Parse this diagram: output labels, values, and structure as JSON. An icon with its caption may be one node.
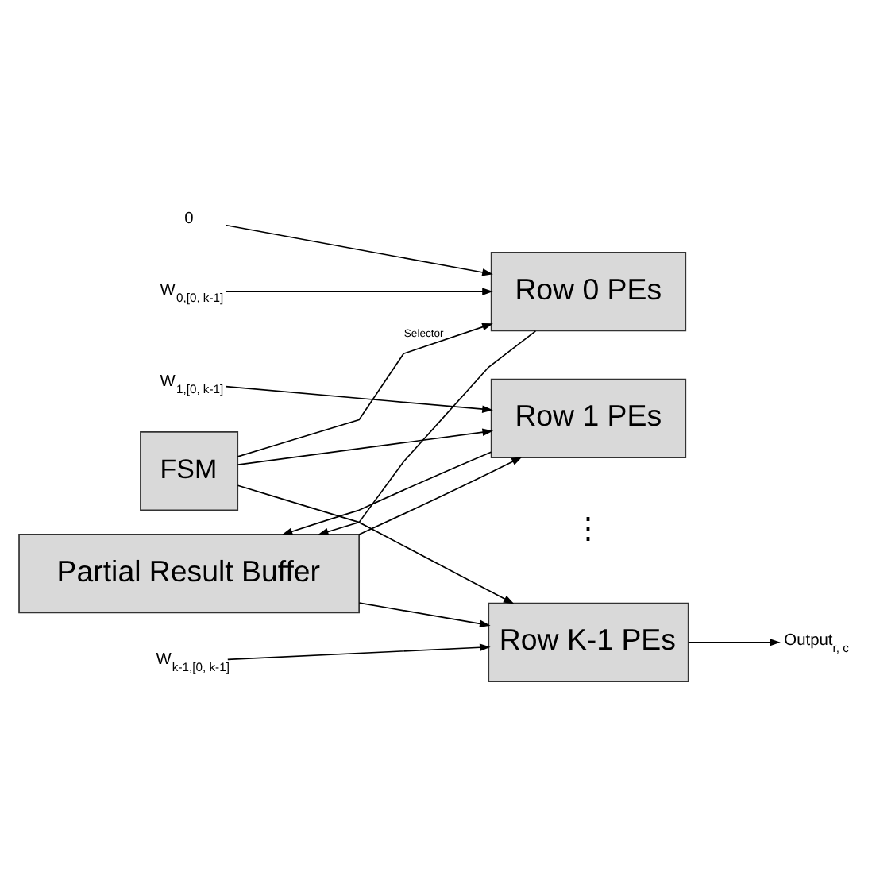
{
  "diagram": {
    "nodes": [
      {
        "text": [
          "FSM"
        ]
      },
      {
        "text": [
          "Row 0 PEs"
        ]
      },
      {
        "text": [
          "Row 1 PEs"
        ]
      },
      {
        "text": [
          "Row K-1 PEs"
        ]
      },
      {
        "text": [
          "Partial Result Buffer"
        ]
      },
      {
        "text": [
          "W$_{0,[0, k-1]}$"
        ]
      },
      {
        "text": [
          "0"
        ]
      },
      {
        "text": [
          "W$_{1,[0, k-1]}$"
        ]
      },
      {
        "text": [
          "W$_{k-1,[0, k-1]}$"
        ]
      },
      {
        "text": [
          "Output$_{r, c}$"
        ]
      }
    ],
    "edges": [
      {
        "from": 0,
        "to": 1,
        "arrow": "to",
        "label": "Selector"
      },
      {
        "from": 0,
        "to": 2,
        "arrow": "to"
      },
      {
        "from": 0,
        "to": 3,
        "arrow": "to"
      },
      {
        "from": 5,
        "to": 1,
        "arrow": "to"
      },
      {
        "from": 6,
        "to": 1,
        "arrow": "to"
      },
      {
        "from": 7,
        "to": 2,
        "arrow": "to"
      },
      {
        "from": 4,
        "to": 2,
        "arrow": "to"
      },
      {
        "from": 8,
        "to": 3,
        "arrow": "to"
      },
      {
        "from": 4,
        "to": 3,
        "arrow": "to"
      },
      {
        "from": 1,
        "to": 4,
        "arrow": "to"
      },
      {
        "from": 2,
        "to": 4,
        "arrow": "to"
      },
      {
        "from": 3,
        "to": 9,
        "arrow": "to"
      }
    ],
    "labels": [
      "⋮"
    ]
  }
}
